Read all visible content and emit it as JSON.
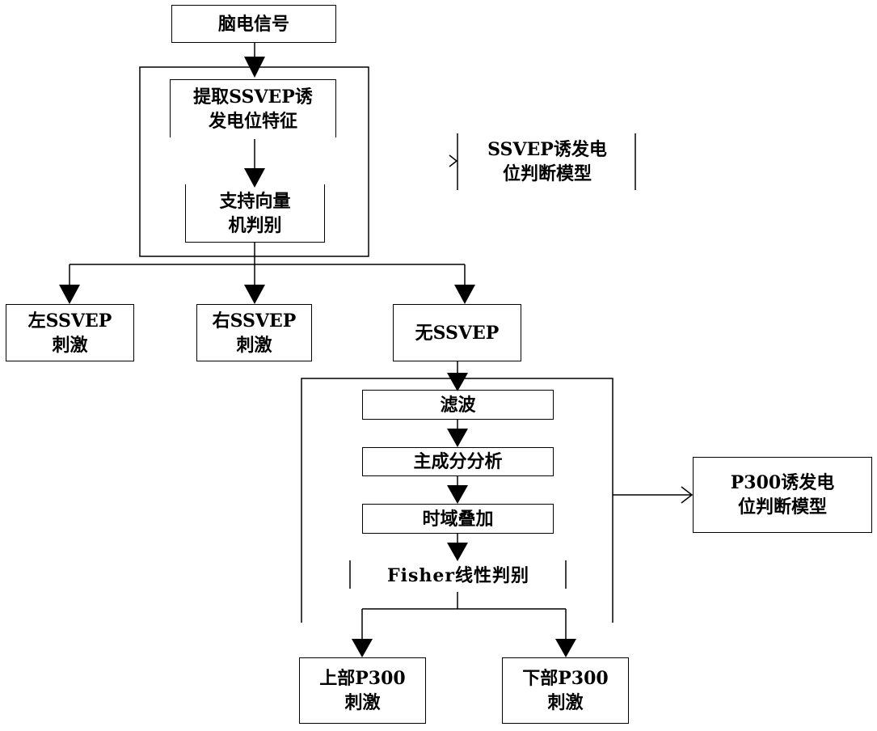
{
  "diagram": {
    "type": "flowchart",
    "nodes": {
      "eeg_signal": "脑电信号",
      "extract_ssvep": "提取SSVEP诱\n发电位特征",
      "svm": "支持向量\n机判别",
      "ssvep_model": "SSVEP诱发电\n位判断模型",
      "left_ssvep": "左SSVEP\n刺激",
      "right_ssvep": "右SSVEP\n刺激",
      "no_ssvep": "无SSVEP",
      "filter": "滤波",
      "pca": "主成分分析",
      "time_avg": "时域叠加",
      "fisher": "Fisher线性判别",
      "p300_model": "P300诱发电\n位判断模型",
      "upper_p300": "上部P300\n刺激",
      "lower_p300": "下部P300\n刺激"
    },
    "edges": [
      {
        "from": "eeg_signal",
        "to": "extract_ssvep"
      },
      {
        "from": "extract_ssvep",
        "to": "svm"
      },
      {
        "from": "svm",
        "to": "left_ssvep"
      },
      {
        "from": "svm",
        "to": "right_ssvep"
      },
      {
        "from": "svm",
        "to": "no_ssvep"
      },
      {
        "from": "no_ssvep",
        "to": "filter"
      },
      {
        "from": "filter",
        "to": "pca"
      },
      {
        "from": "pca",
        "to": "time_avg"
      },
      {
        "from": "time_avg",
        "to": "fisher"
      },
      {
        "from": "fisher",
        "to": "upper_p300"
      },
      {
        "from": "fisher",
        "to": "lower_p300"
      }
    ],
    "groups": [
      {
        "id": "ssvep_group",
        "label_node": "ssvep_model"
      },
      {
        "id": "p300_group",
        "label_node": "p300_model"
      }
    ]
  }
}
